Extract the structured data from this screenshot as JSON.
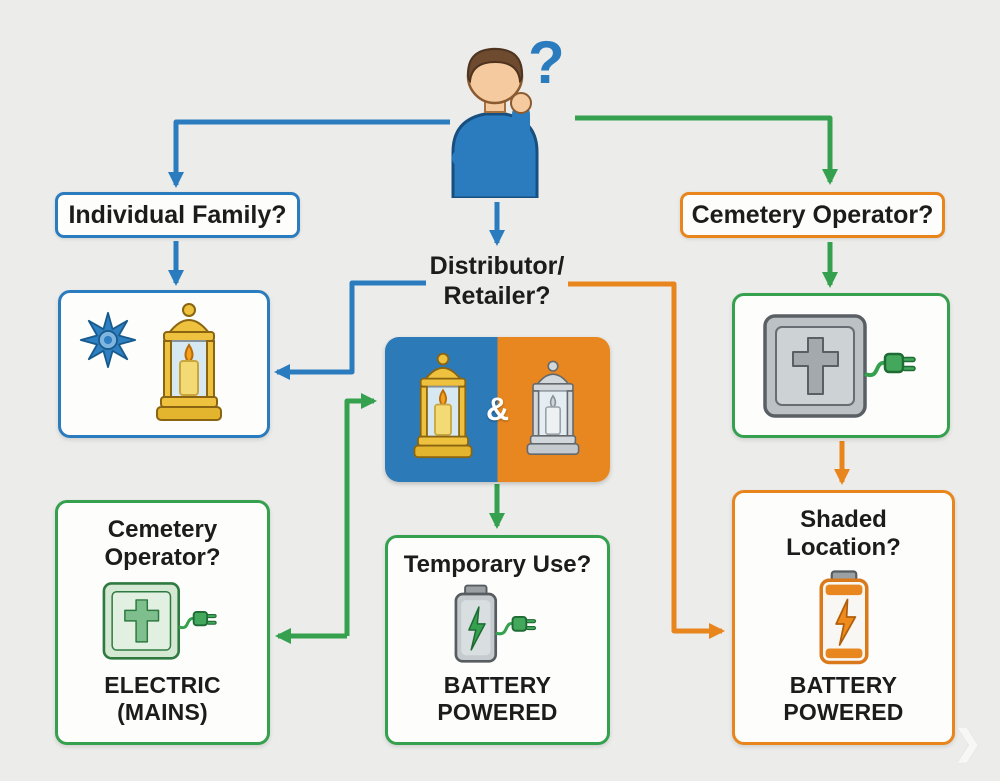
{
  "page": {
    "background": "#ececea"
  },
  "colors": {
    "blue": "#2b7cbe",
    "green": "#35a14f",
    "orange": "#e8851c"
  },
  "person": {
    "question_mark": "?"
  },
  "labels": {
    "individual_family": "Individual Family?",
    "cemetery_operator_top": "Cemetery Operator?",
    "distributor_line1": "Distributor/",
    "distributor_line2": "Retailer?",
    "ampersand": "&"
  },
  "boxes": {
    "cemetery_operator_bottom": {
      "title1": "Cemetery",
      "title2": "Operator?",
      "result1": "ELECTRIC",
      "result2": "(MAINS)"
    },
    "temporary_use": {
      "title": "Temporary Use?",
      "result1": "BATTERY",
      "result2": "POWERED"
    },
    "shaded_location": {
      "title1": "Shaded",
      "title2": "Location?",
      "result1": "BATTERY",
      "result2": "POWERED"
    }
  },
  "icons": {
    "sun": "sun-icon",
    "gold_lantern": "gold-grave-candle-icon",
    "silver_lantern": "silver-grave-candle-icon",
    "plaque_plug_gray": "memorial-plaque-plug-icon",
    "plaque_plug_green": "memorial-plaque-plug-green-icon",
    "battery_plug": "battery-with-plug-icon",
    "battery_orange": "orange-battery-icon",
    "person": "thinking-person-icon",
    "question_mark": "question-mark-icon"
  },
  "decorations": {
    "corner_chevron": "❯"
  }
}
